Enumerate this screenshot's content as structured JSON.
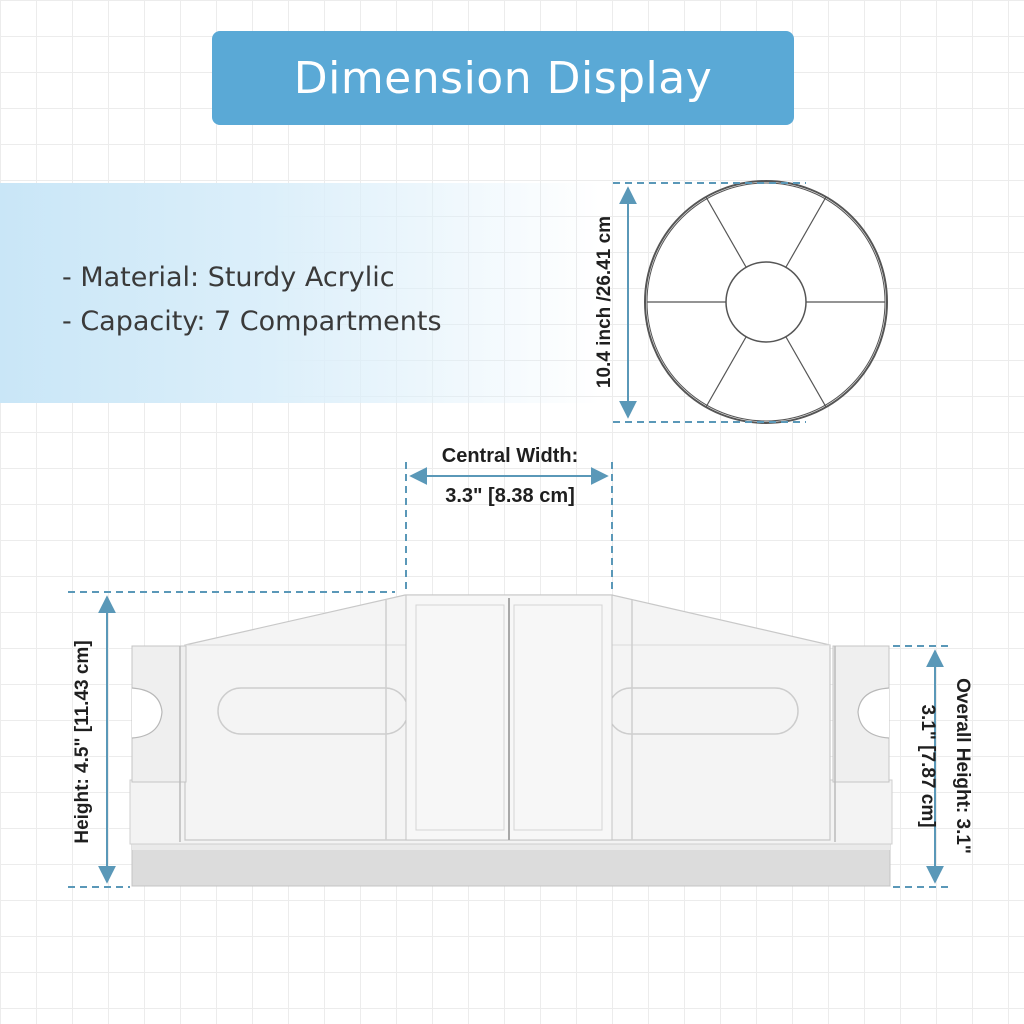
{
  "title": "Dimension Display",
  "specs": [
    "- Material: Sturdy Acrylic",
    "- Capacity: 7 Compartments"
  ],
  "dimensions": {
    "diameter": "10.4 inch /26.41 cm",
    "central_width_label": "Central Width:",
    "central_width_value": "3.3\" [8.38 cm]",
    "height": "Height: 4.5\" [11.43 cm]",
    "overall_height_label": "Overall Height: 3.1\"",
    "overall_height_value": "3.1\" [7.87 cm]"
  },
  "colors": {
    "accent": "#5aa9d6",
    "dimension_line": "#5a98b8"
  }
}
